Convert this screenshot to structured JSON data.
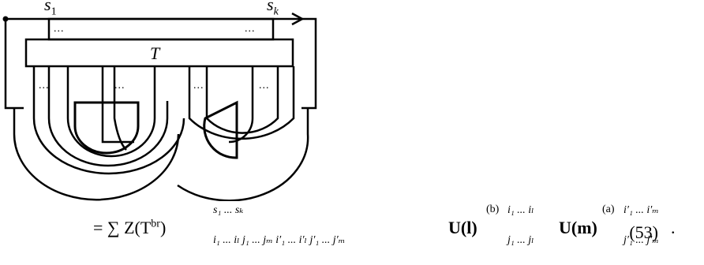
{
  "diagram": {
    "label_s1": "s",
    "label_s1_sub": "1",
    "label_sk": "s",
    "label_sk_sub": "k",
    "box_label": "T",
    "dots": "..."
  },
  "equation": {
    "lead": "= ∑ Z(T",
    "br": "br",
    "close": ")",
    "z_sup": "s₁ ... sₖ",
    "z_sub": "i₁ ... iₗ j₁ ... jₘ i′₁ ... i′ₗ j′₁ ... j′ₘ",
    "u1": "U(l)",
    "u1_b": "(b)",
    "u1_sup": "i₁ ... iₗ",
    "u1_sub": "j₁ ... jₗ",
    "u2": "U(m)",
    "u2_a": "(a)",
    "u2_sup": "i′₁ ... i′ₘ",
    "u2_sub": "j′₁ ... j′ₘ",
    "period": ".",
    "number": "(53)"
  }
}
